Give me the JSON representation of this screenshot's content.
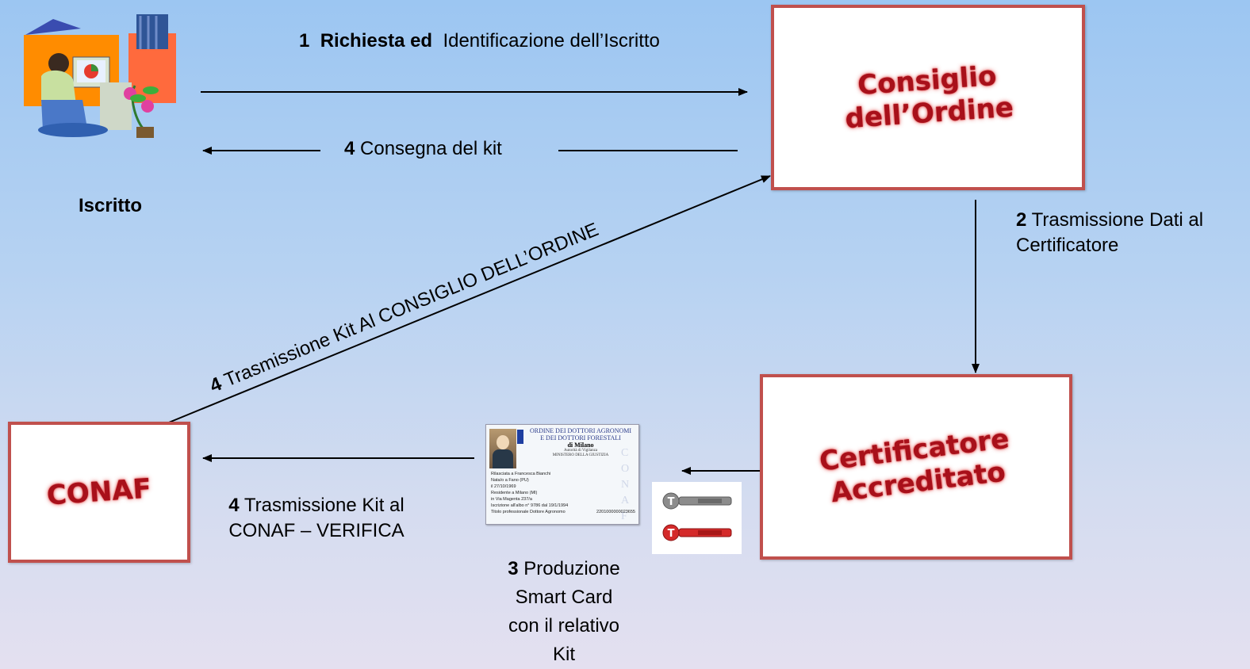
{
  "colors": {
    "box_border": "#c0504d",
    "box_title": "#a8101a",
    "background_top": "#9cc6f2",
    "background_bottom": "#e4e0f0",
    "arrow": "#000000"
  },
  "nodes": {
    "iscritto": {
      "label": "Iscritto",
      "icon": "person-at-computer-icon"
    },
    "consiglio": {
      "line1": "Consiglio",
      "line2": "dell’Ordine"
    },
    "certificatore": {
      "line1": "Certificatore",
      "line2": "Accreditato"
    },
    "conaf": {
      "label": "CONAF"
    }
  },
  "steps": {
    "s1": {
      "num": "1",
      "bold": "Richiesta ed",
      "text": "Identificazione dell’Iscritto"
    },
    "s4_consegna": {
      "num": "4",
      "text": "Consegna del kit"
    },
    "s2": {
      "num": "2",
      "line1": "Trasmissione Dati al",
      "line2": "Certificatore"
    },
    "s4_consiglio": {
      "num": "4",
      "text": "Trasmissione Kit Al CONSIGLIO DELL’ORDINE"
    },
    "s4_conaf": {
      "num": "4",
      "line1": "Trasmissione Kit al",
      "line2": "CONAF – VERIFICA"
    },
    "s3": {
      "num": "3",
      "line1": "Produzione",
      "line2": "Smart Card",
      "line3": "con il relativo",
      "line4": "Kit"
    }
  },
  "smart_card": {
    "header1": "ORDINE DEI DOTTORI AGRONOMI",
    "header2": "E DEI DOTTORI FORESTALI",
    "city": "di Milano",
    "authority1": "Autorità di Vigilanza",
    "authority2": "MINISTERO DELLA GIUSTIZIA",
    "rilasciata": "Rilasciata a Francesca Bianchi",
    "nata": "Nata/o a Fano (PU)",
    "data": "il 27/10/1969",
    "residente": "Residente a Milano (MI)",
    "via": "in Via Magenta 237/a",
    "iscrizione": "Iscrizione all'albo n° 9786   dal 19/1/1994",
    "titolo": "Titolo professionale Dottore Agronomo",
    "numero": "2201000000023655",
    "watermark": "CONAF"
  },
  "keys": {
    "icon": "usb-token-key-icon",
    "colors": [
      "#8c8c8c",
      "#d42a2a"
    ]
  }
}
